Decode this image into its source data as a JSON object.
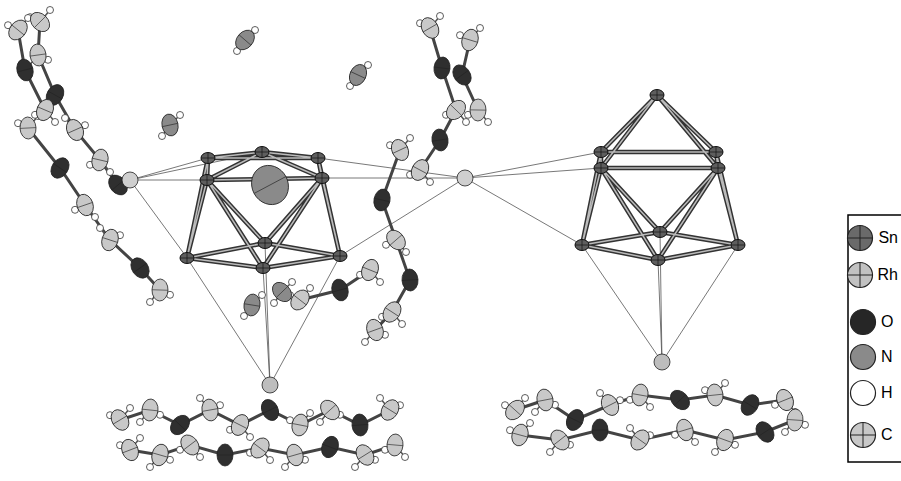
{
  "diagram": {
    "legend": [
      {
        "text": "Sn"
      },
      {
        "text": "Rh"
      },
      {
        "text": "O"
      },
      {
        "text": "N"
      },
      {
        "text": "H"
      },
      {
        "text": "C"
      }
    ]
  }
}
